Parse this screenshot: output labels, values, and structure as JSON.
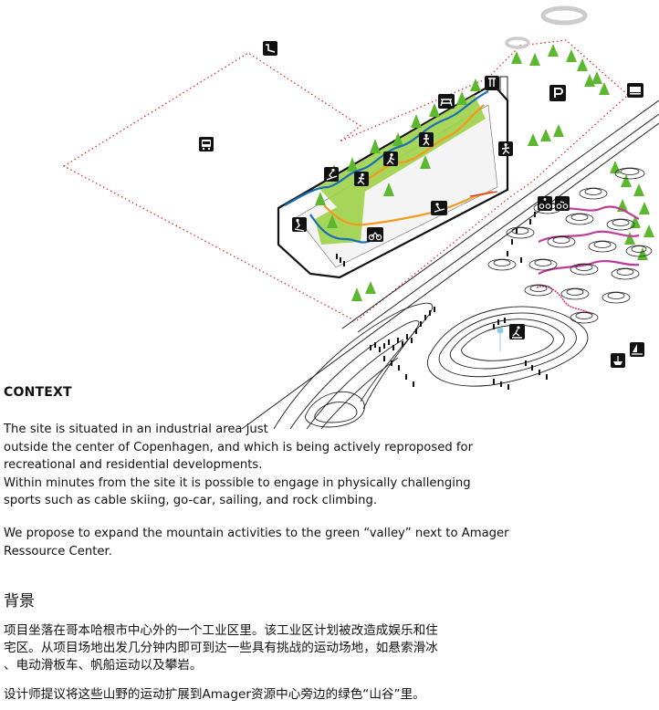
{
  "colors": {
    "boundary": "#e0302a",
    "trail_blue": "#1a6fb8",
    "trail_orange": "#f29a1f",
    "trail_magenta": "#c0399b",
    "trail_pink": "#e0307a",
    "trail_teal": "#1aa0b8",
    "tree_green": "#6cc43a",
    "hill_green": "#9fd24a",
    "icon_black": "#111111",
    "bubble": "#8fc8e0"
  },
  "icons": [
    "ski-lift-icon",
    "bus-icon",
    "parking-icon",
    "bus-stop-icon",
    "zipline-icon",
    "picnic-icon",
    "hiking-icon",
    "climbing-icon",
    "skiing-icon",
    "running-icon",
    "cross-country-icon",
    "mountain-bike-icon",
    "cycling-icon",
    "sledding-icon",
    "downhill-ski-icon",
    "cable-ski-icon",
    "sailing-icon",
    "boat-icon"
  ],
  "context": {
    "heading": "CONTEXT",
    "paragraph1": [
      "The site is situated in an industrial area just",
      "outside the center of Copenhagen, and which is being actively reproposed for",
      "recreational and residential developments.",
      "Within minutes from the site it is possible to engage in physically challenging",
      "sports such as cable skiing, go-car, sailing, and rock climbing."
    ],
    "paragraph2": [
      "We propose to expand the mountain activities to the green “valley” next to Amager",
      "Ressource Center."
    ]
  },
  "chinese": {
    "heading": "背景",
    "paragraph1": [
      "项目坐落在哥本哈根市中心外的一个工业区里。该工业区计划被改造成娱乐和住",
      "宅区。从项目场地出发几分钟内即可到达一些具有挑战的运动场地，如悬索滑冰",
      "、电动滑板车、帆船运动以及攀岩。"
    ],
    "paragraph2": [
      "设计师提议将这些山野的运动扩展到Amager资源中心旁边的绿色“山谷”里。"
    ]
  }
}
